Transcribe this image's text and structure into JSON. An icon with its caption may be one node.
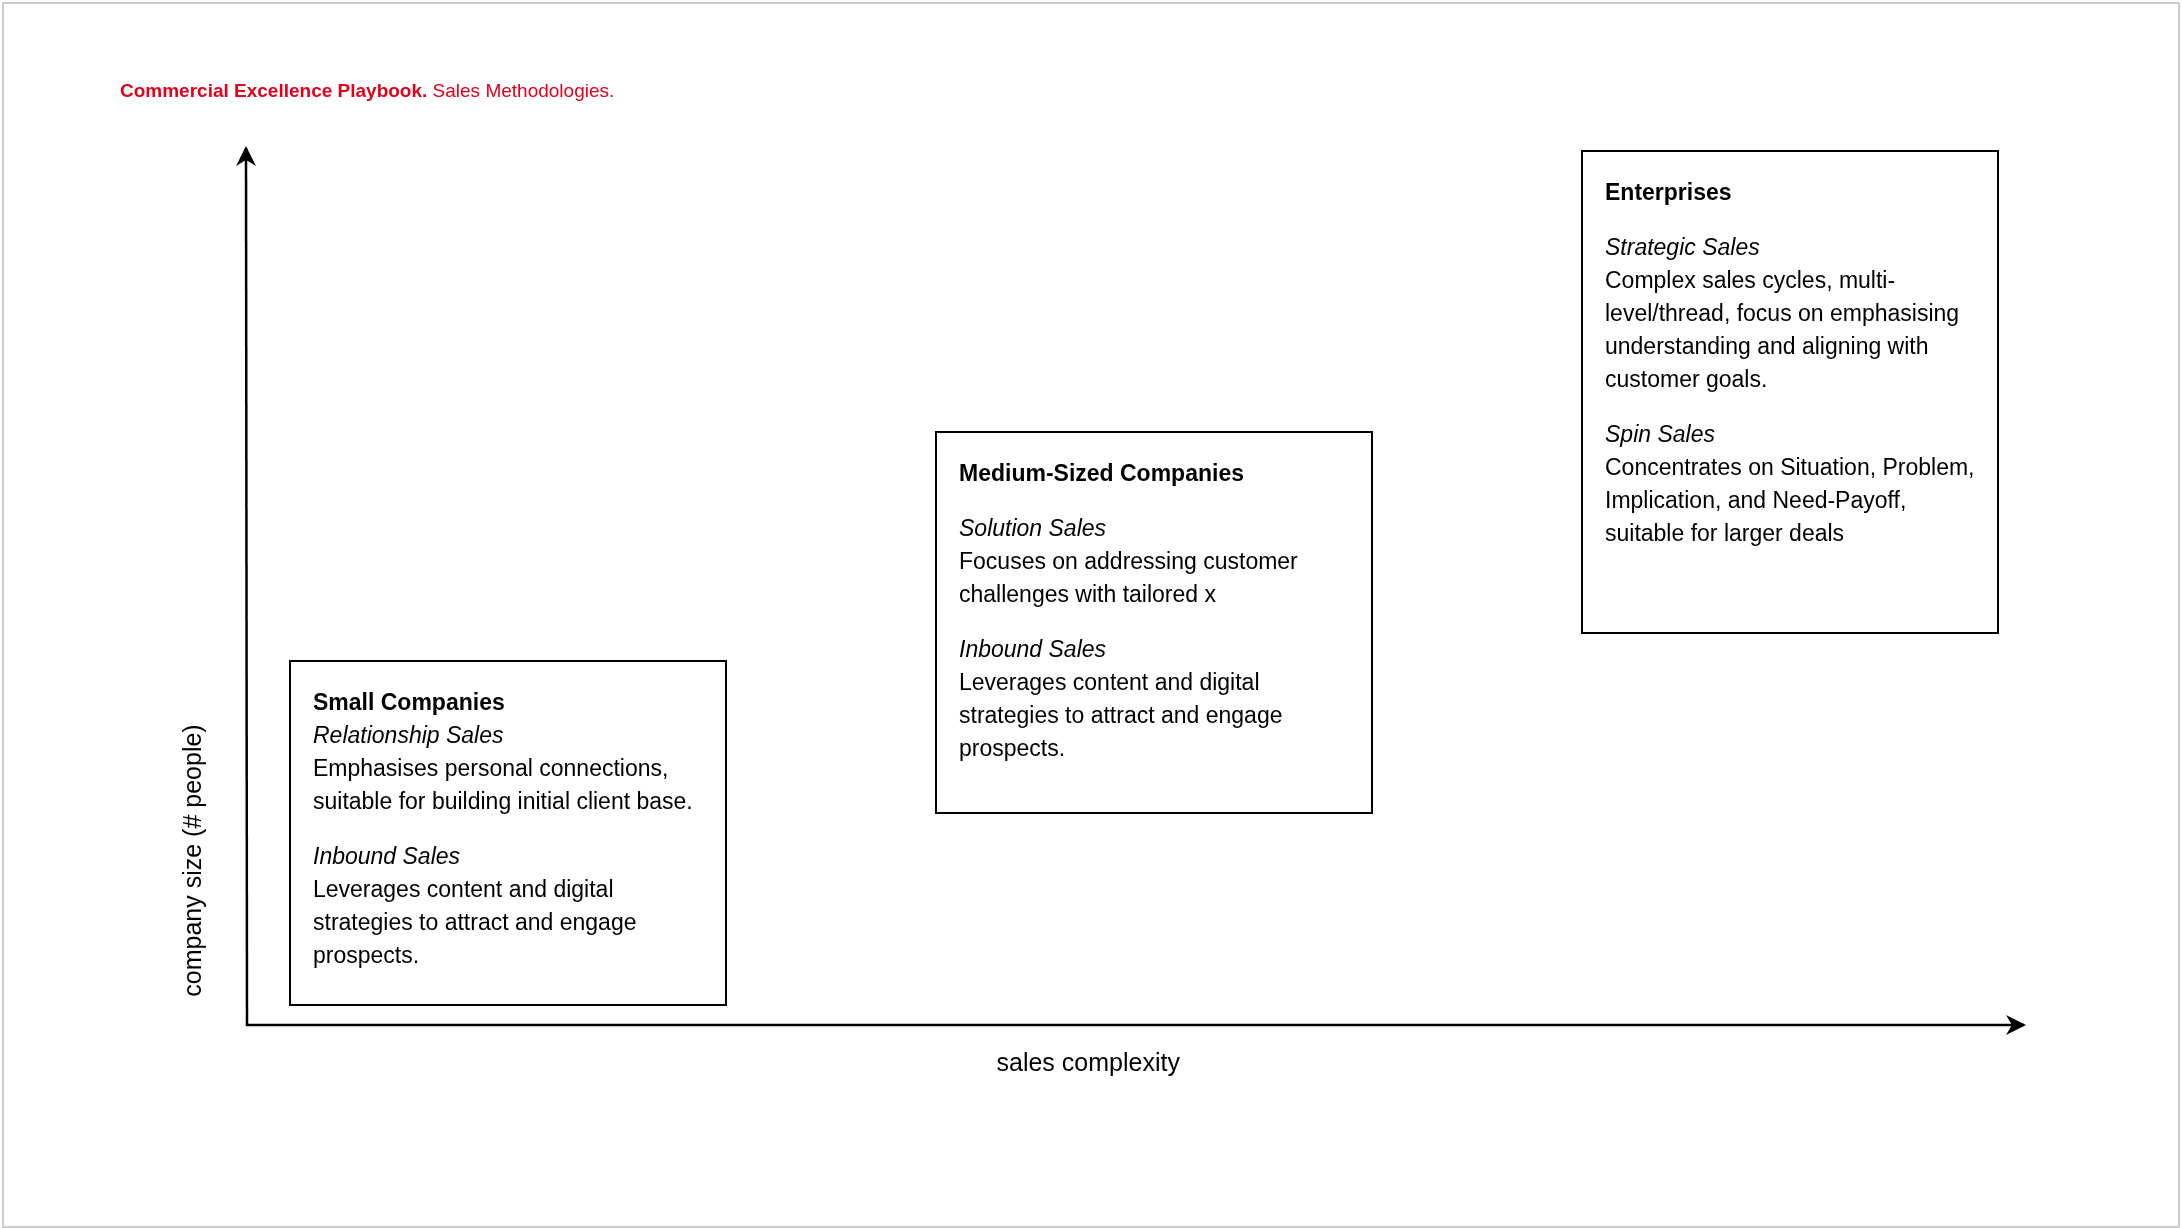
{
  "diagram": {
    "title": "**Commercial Excellence Playbook.** Sales Methodologies.",
    "nodes": [
      {
        "text": [
          "Small Companies",
          "Relationship Sales",
          "Emphasises personal connections, suitable for building initial client base.",
          "Inbound Sales",
          "Leverages content and digital strategies to attract and engage prospects."
        ]
      },
      {
        "text": [
          "Medium-Sized Companies",
          "Solution Sales",
          "Focuses on addressing customer challenges with tailored x",
          "Inbound Sales",
          "Leverages content and digital strategies to attract and engage prospects."
        ]
      },
      {
        "text": [
          "Enterprises",
          "Strategic Sales",
          "Complex sales cycles, multi-level/thread, focus on emphasising understanding and aligning with customer goals.",
          "Spin Sales",
          "Concentrates on Situation, Problem, Implication, and Need-Payoff, suitable for larger deals"
        ]
      }
    ],
    "labels": [
      "company size (# people)",
      "sales complexity"
    ]
  }
}
